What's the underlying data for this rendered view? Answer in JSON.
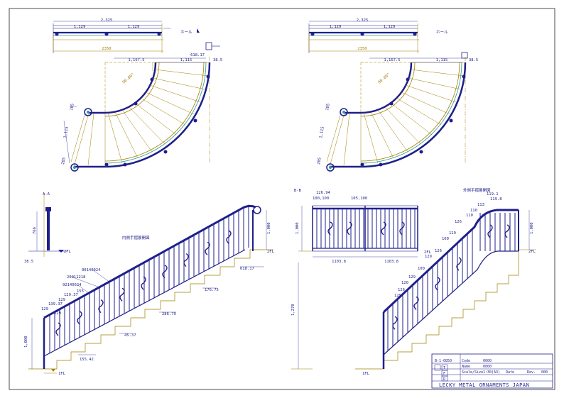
{
  "plan_left": {
    "dims_top": [
      "2,325",
      "1,129",
      "1,129",
      "2350"
    ],
    "dims_mid": [
      "1,167.5",
      "1,115",
      "618.17",
      "38.5"
    ],
    "angle": "90.00°",
    "side_dims": [
      "105",
      "1,115",
      "285"
    ],
    "hall_label": "ホール"
  },
  "plan_right": {
    "dims_top": [
      "2,325",
      "1,129",
      "1,129",
      "2350"
    ],
    "dims_mid": [
      "1,167.5",
      "1,115",
      "38.5"
    ],
    "angle": "90.00°",
    "side_dims": [
      "105",
      "1,115",
      "285"
    ],
    "hall_label": "ホール"
  },
  "elev_left": {
    "title": "内側手摺展開図",
    "section_tag": "A-A",
    "codes": [
      "00140024",
      "20011218",
      "92140024"
    ],
    "step_dims": [
      "129",
      "129",
      "129",
      "129.37",
      "139.37",
      "155"
    ],
    "bottom_dims": [
      "155.42",
      "45.37",
      "286.79",
      "176.75",
      "618.17"
    ],
    "heights": [
      "1,000",
      "1,000",
      "766"
    ],
    "left_dims": [
      "38.5"
    ],
    "floor_labels": [
      "2FL",
      "1FL"
    ]
  },
  "elev_right": {
    "title": "外側手摺展開図",
    "section_tag": "B-B",
    "top_dims": [
      "126.94",
      "100,100",
      "105,100"
    ],
    "panel_dims": [
      "1103.8",
      "1103.8"
    ],
    "step_dims": [
      "119.1",
      "119.8",
      "113",
      "110",
      "110",
      "126",
      "129",
      "100",
      "126",
      "129",
      "100",
      "129",
      "120",
      "126",
      "129"
    ],
    "heights": [
      "1,000",
      "1,000",
      "1,270"
    ],
    "floor_labels": [
      "2FL",
      "1FL"
    ]
  },
  "title_block": {
    "drawing_no": "B-1-0850",
    "code_label": "Code",
    "code_value": "0000",
    "name_label": "Name",
    "name_value": "0000",
    "scale_label": "Scale/Size",
    "scale_value": "1:30(A3)",
    "date_label": "Date",
    "rev_label": "Rev.",
    "rev_value": "000",
    "marks": [
      "T",
      "F",
      "R"
    ],
    "company": "LECKY METAL ORNAMENTS JAPAN"
  }
}
